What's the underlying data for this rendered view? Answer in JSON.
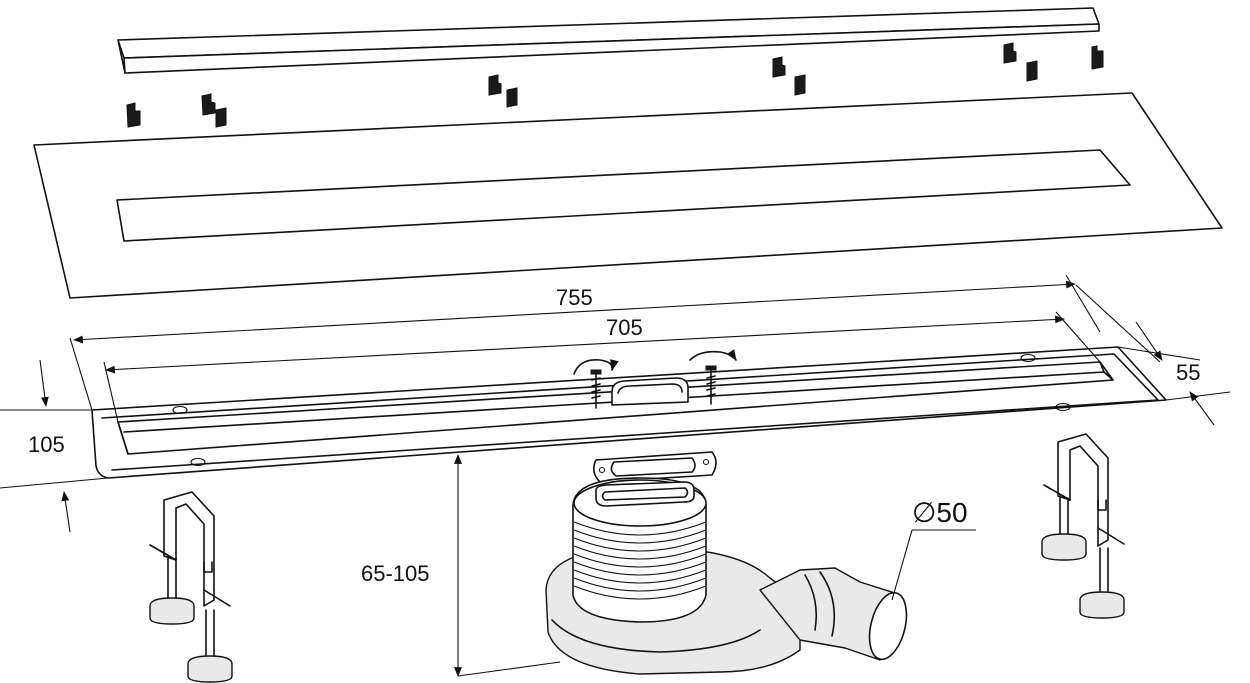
{
  "dimensions": {
    "overall_length": "755",
    "inner_length": "705",
    "channel_width": "55",
    "overall_width": "105",
    "height_range": "65-105",
    "outlet_diameter": "∅50"
  },
  "colors": {
    "line": "#111111",
    "background": "#ffffff",
    "shade": "#e9e9e9"
  }
}
